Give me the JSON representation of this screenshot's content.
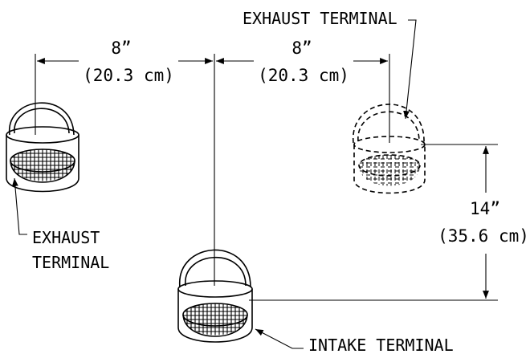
{
  "dimensions": {
    "spacing_left": {
      "inches": "8”",
      "cm": "(20.3 cm)"
    },
    "spacing_right": {
      "inches": "8”",
      "cm": "(20.3 cm)"
    },
    "vertical": {
      "inches": "14”",
      "cm": "(35.6 cm)"
    }
  },
  "labels": {
    "exhaust_terminal_top": "EXHAUST TERMINAL",
    "exhaust_terminal_left_line1": "EXHAUST",
    "exhaust_terminal_left_line2": "TERMINAL",
    "intake_terminal": "INTAKE TERMINAL"
  }
}
